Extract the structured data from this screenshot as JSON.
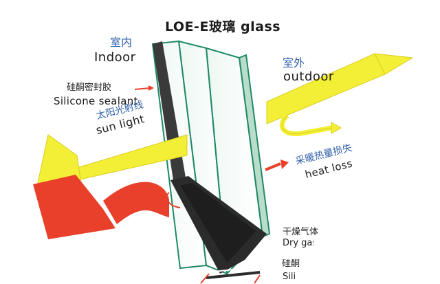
{
  "title": "LOE-E玻璃 glass",
  "indoor": {
    "zh": "室内",
    "en": "Indoor"
  },
  "outdoor": {
    "zh": "室外",
    "en": "outdoor"
  },
  "sealant": {
    "zh": "硅酮密封胶",
    "en": "Silicone sealant"
  },
  "sunlight": {
    "zh": "太阳光射线",
    "en": "sun light"
  },
  "heatloss": {
    "zh": "采暖热量损失",
    "en": "heat loss"
  },
  "drygas": {
    "zh": "干燥气体",
    "en": "Dry gas"
  },
  "bottom_seal": {
    "zh": "硅酮",
    "en": "Sili"
  },
  "colors": {
    "sun_arrow": "#f3ee36",
    "heat_arrow": "#e8402a",
    "label_blue": "#2f5fa8",
    "glass_edge": "#1e8a66",
    "frame_dark": "#2b2b2b"
  }
}
